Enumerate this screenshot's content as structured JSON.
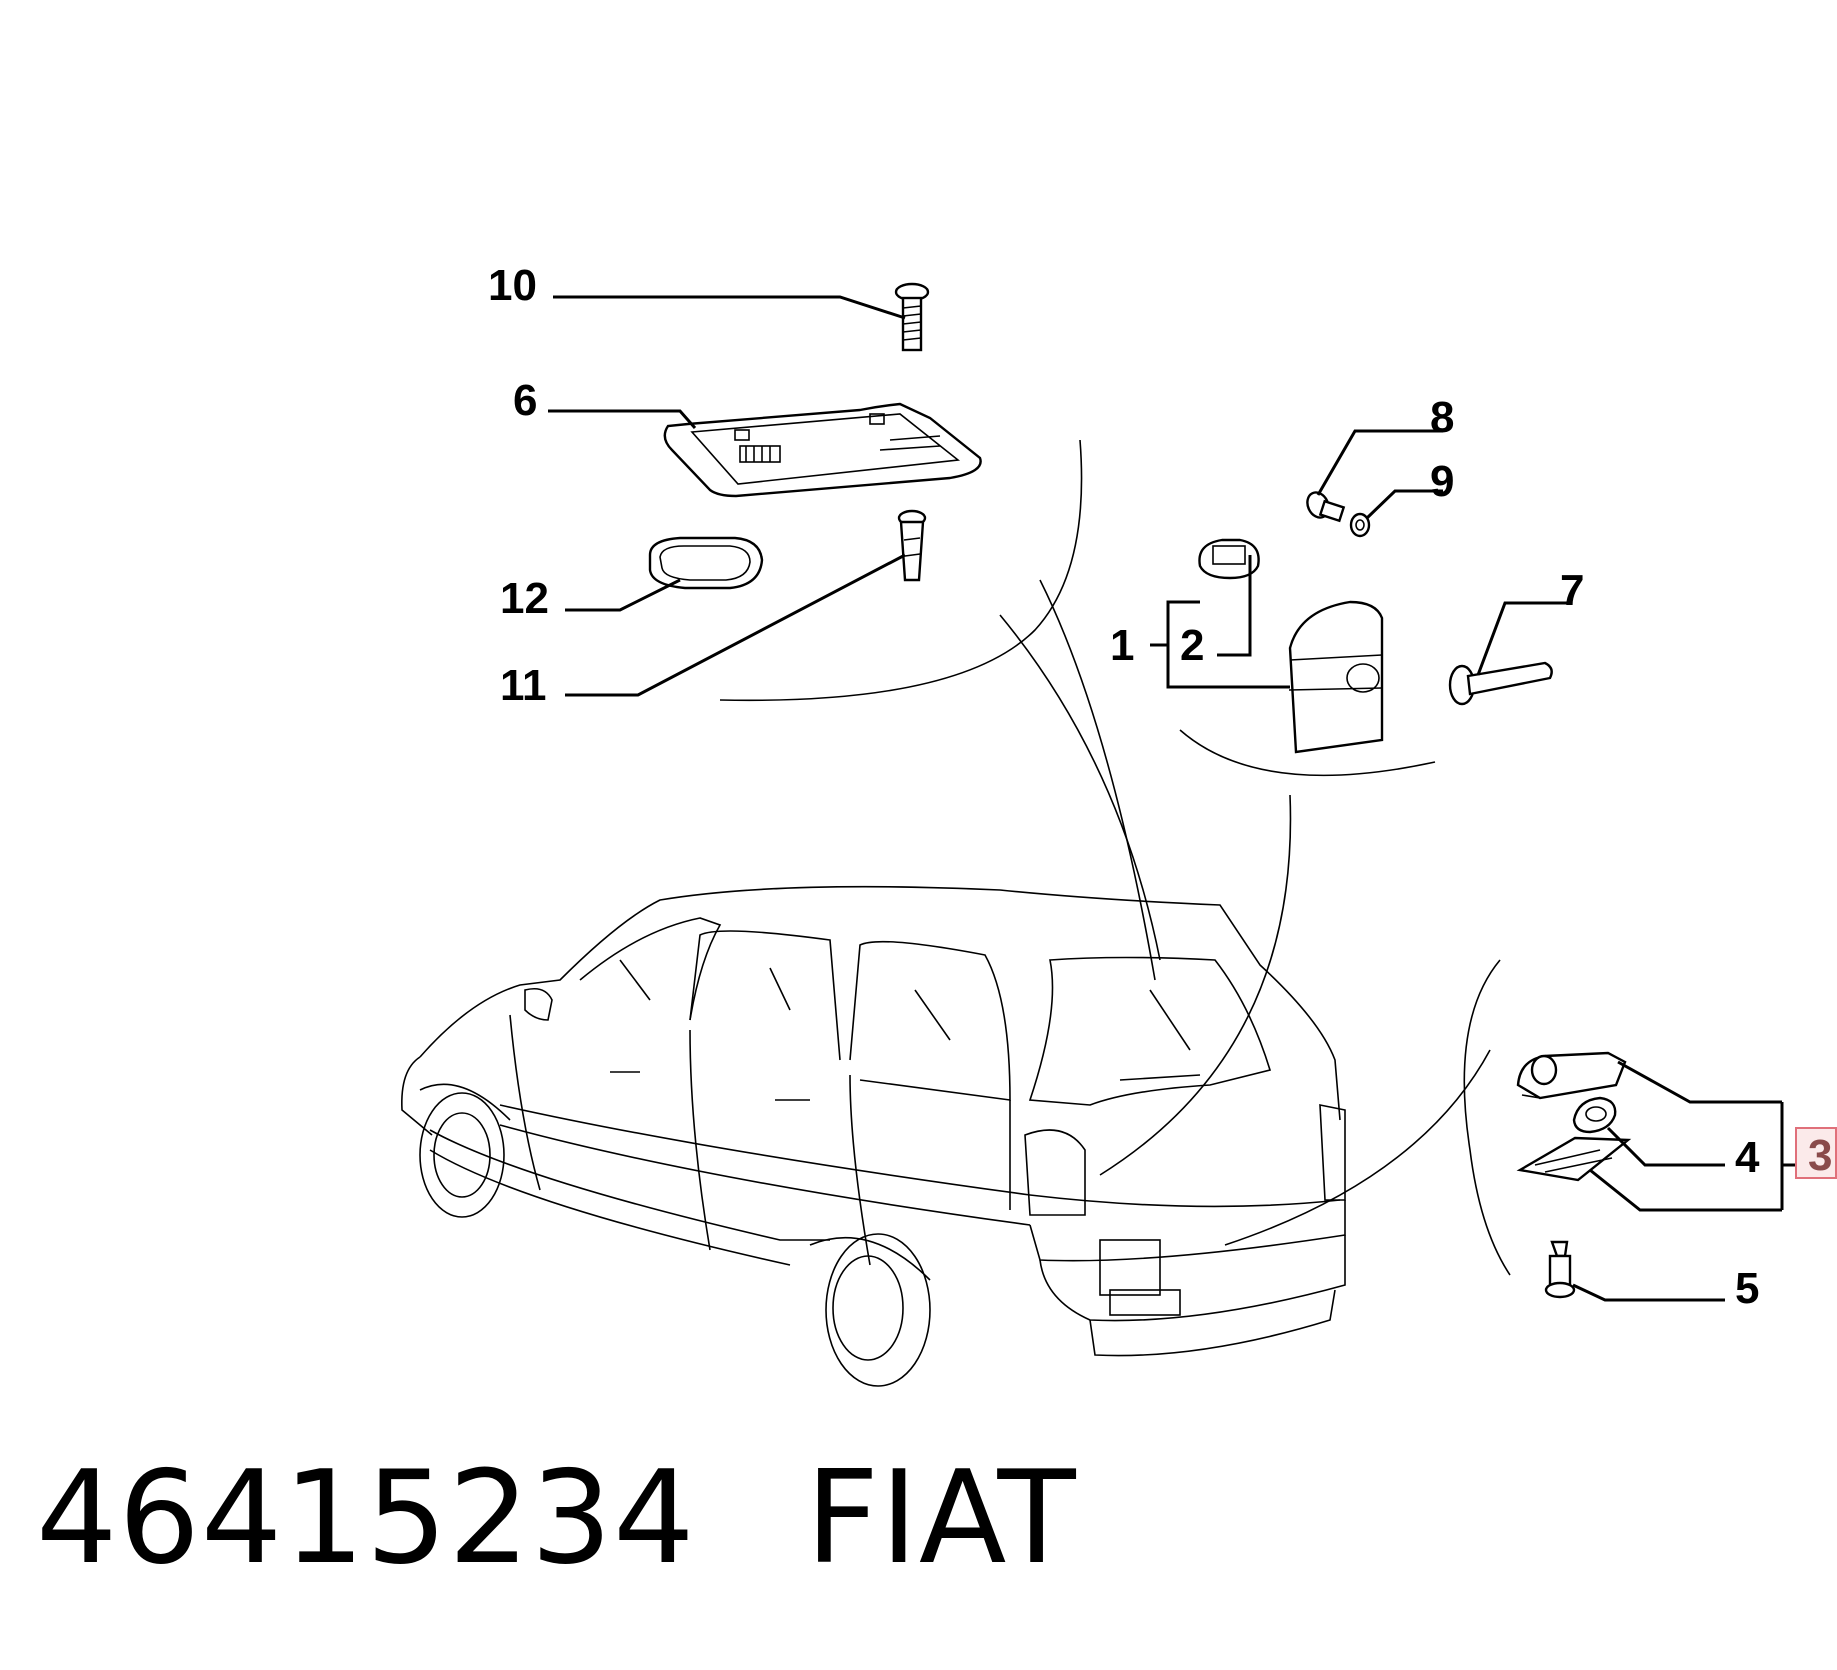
{
  "callouts": {
    "c1": "1",
    "c2": "2",
    "c3": "3",
    "c4": "4",
    "c5": "5",
    "c6": "6",
    "c7": "7",
    "c8": "8",
    "c9": "9",
    "c10": "10",
    "c11": "11",
    "c12": "12"
  },
  "caption": {
    "part_number": "46415234",
    "brand": "FIAT"
  },
  "colors": {
    "highlight_box": "#e0707a",
    "highlight_text": "#8a4a4a"
  }
}
